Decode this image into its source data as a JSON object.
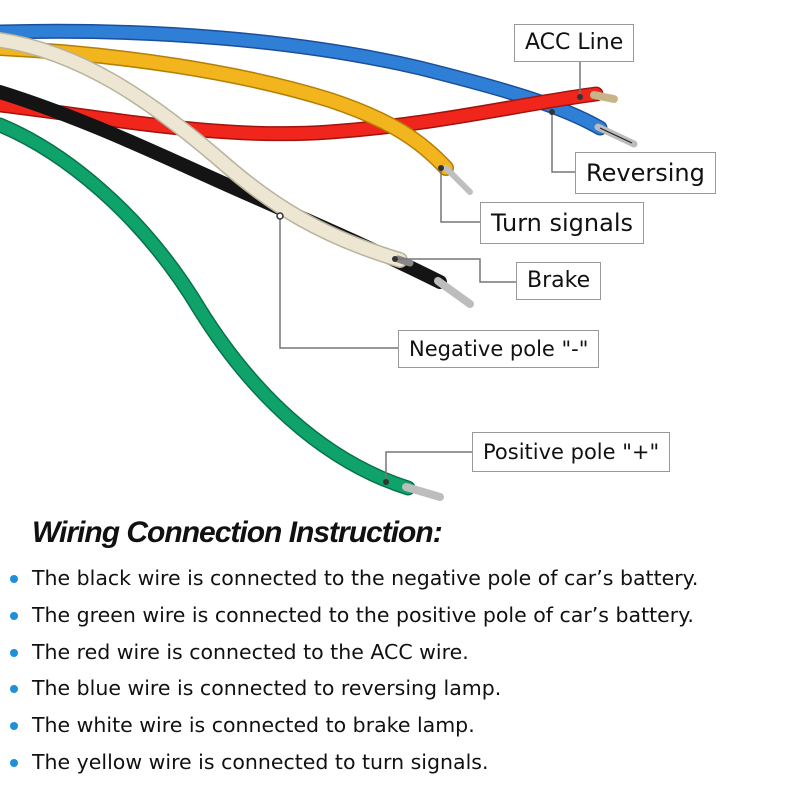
{
  "callouts": {
    "acc": "ACC Line",
    "reversing": "Reversing",
    "turn": "Turn signals",
    "brake": "Brake",
    "negative": "Negative pole \"-\"",
    "positive": "Positive pole \"+\""
  },
  "wires": [
    {
      "name": "blue",
      "color": "#2f7fd6"
    },
    {
      "name": "red",
      "color": "#f0251b"
    },
    {
      "name": "yellow",
      "color": "#f2b51e"
    },
    {
      "name": "black",
      "color": "#141414"
    },
    {
      "name": "white",
      "color": "#e9e3cf"
    },
    {
      "name": "green",
      "color": "#0fa36b"
    }
  ],
  "instructions": {
    "title": "Wiring Connection Instruction:",
    "bullet_color": "#1e90d8",
    "items": [
      "The black wire is connected to the negative pole of car’s battery.",
      "The green wire is connected to the positive pole of car’s battery.",
      "The red wire is connected to the ACC wire.",
      "The blue wire is connected to reversing lamp.",
      "The white wire is connected to brake lamp.",
      "The yellow wire is connected to turn signals."
    ]
  }
}
